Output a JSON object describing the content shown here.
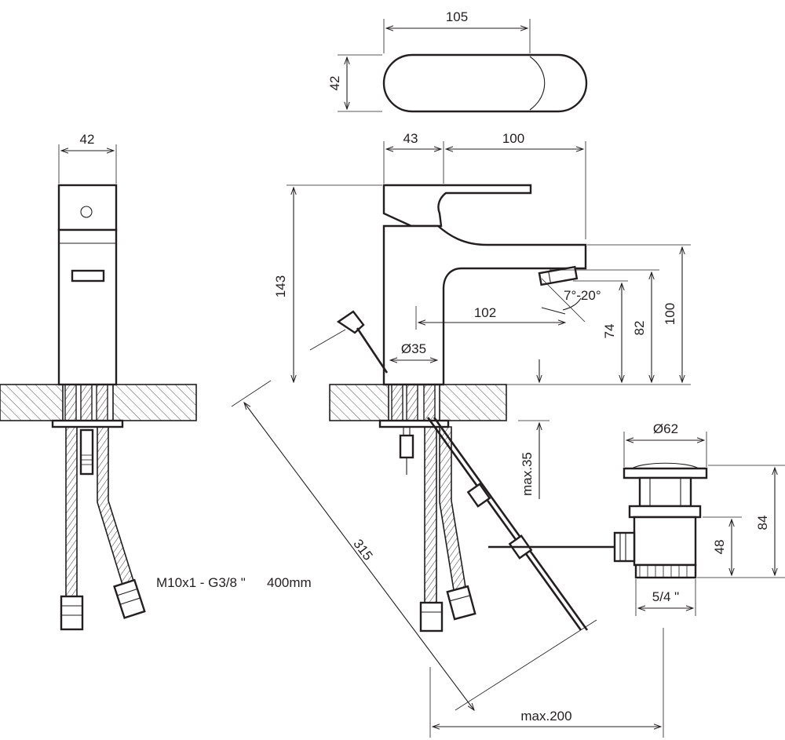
{
  "dimensions": {
    "top_width": "105",
    "top_height": "42",
    "side_width": "42",
    "body_width": "43",
    "spout_reach": "100",
    "height_total": "143",
    "spout_projection": "102",
    "aerator_angle": "7°-20°",
    "height_74": "74",
    "height_82": "82",
    "height_100": "100",
    "base_diameter": "Ø35",
    "deck_thickness": "max.35",
    "pull_rod_length": "315",
    "rod_reach": "max.200",
    "waste_diameter": "Ø62",
    "waste_height": "84",
    "waste_body_height": "48",
    "waste_thread": "5/4 \""
  },
  "hoses": {
    "connection": "M10x1 - G3/8 \"",
    "length": "400mm"
  },
  "colors": {
    "line": "#231f20",
    "background": "#ffffff"
  }
}
